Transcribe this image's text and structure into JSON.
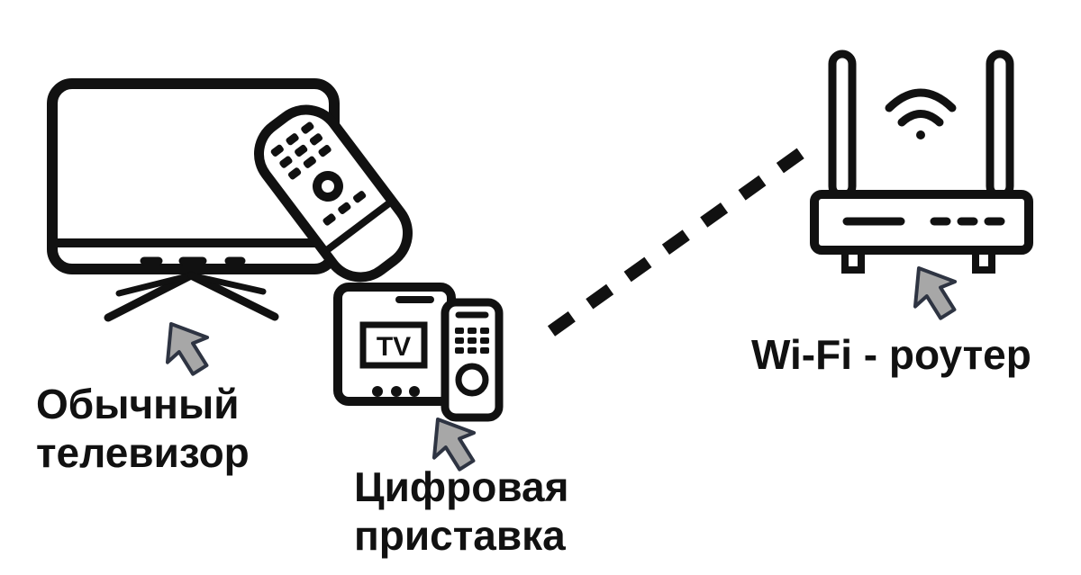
{
  "labels": {
    "tv_line1": "Обычный",
    "tv_line2": "телевизор",
    "box_line1": "Цифровая",
    "box_line2": "приставка",
    "router": "Wi-Fi - роутер",
    "tv_screen_text": "TV"
  },
  "colors": {
    "stroke": "#111111",
    "arrow_fill": "#a7a7a7",
    "arrow_stroke": "#2e3442",
    "background": "#ffffff"
  },
  "icons": [
    "tv-icon",
    "remote-icon",
    "set-top-box-icon",
    "small-remote-icon",
    "router-icon",
    "wifi-signal-icon",
    "pointer-arrow-icon"
  ]
}
